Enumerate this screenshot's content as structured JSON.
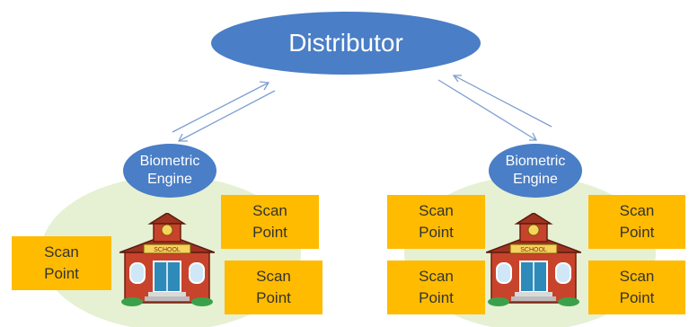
{
  "colors": {
    "ellipse_fill": "#4a7ec6",
    "scan_fill": "#ffbb00",
    "halo_fill": "#e6f0d3",
    "arrow_stroke": "#7e9fcf"
  },
  "diagram": {
    "distributor_label": "Distributor",
    "left_site": {
      "engine_label_line1": "Biometric",
      "engine_label_line2": "Engine",
      "school_sign": "SCHOOL",
      "scan_points": [
        {
          "line1": "Scan",
          "line2": "Point"
        },
        {
          "line1": "Scan",
          "line2": "Point"
        },
        {
          "line1": "Scan",
          "line2": "Point"
        }
      ]
    },
    "right_site": {
      "engine_label_line1": "Biometric",
      "engine_label_line2": "Engine",
      "school_sign": "SCHOOL",
      "scan_points": [
        {
          "line1": "Scan",
          "line2": "Point"
        },
        {
          "line1": "Scan",
          "line2": "Point"
        },
        {
          "line1": "Scan",
          "line2": "Point"
        },
        {
          "line1": "Scan",
          "line2": "Point"
        }
      ]
    },
    "icons": [
      "school-building-icon",
      "double-arrow-icon"
    ]
  }
}
